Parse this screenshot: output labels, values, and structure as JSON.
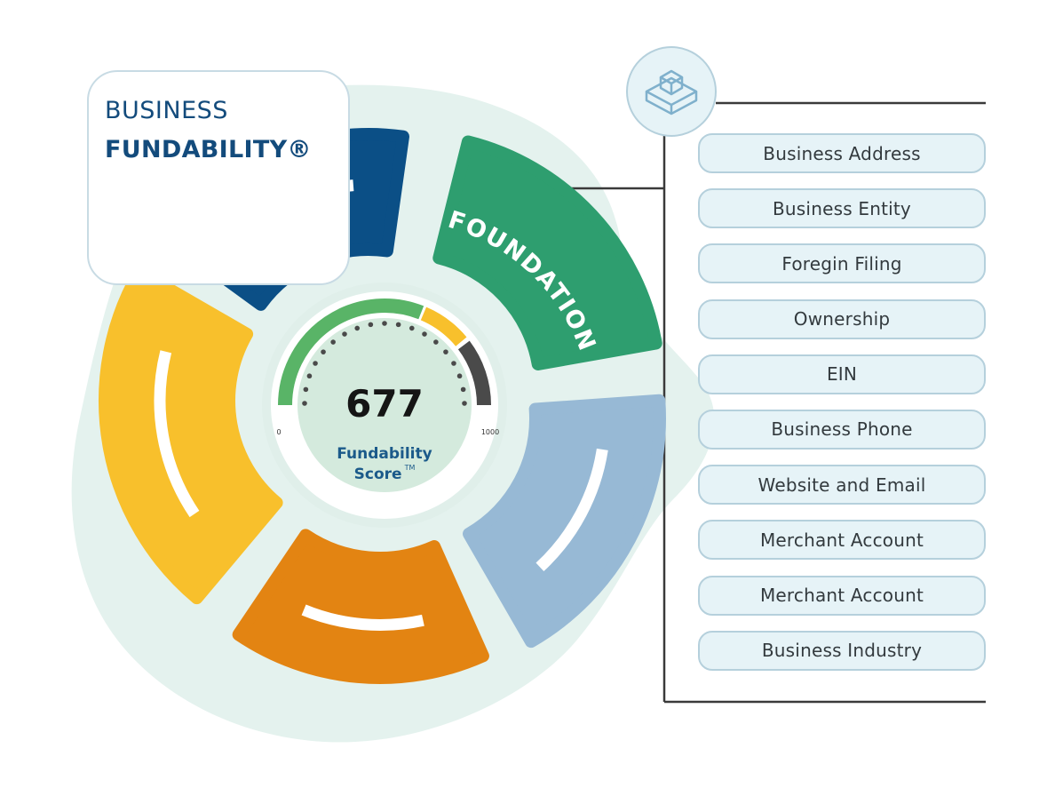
{
  "title": {
    "line1": "BUSINESS",
    "line2": "FUNDABILITY®"
  },
  "score": {
    "value": "677",
    "label_line1": "Fundability",
    "label_line2": "Score",
    "trademark": "TM",
    "gauge_min": "0",
    "gauge_max": "1000",
    "gauge_value": 677
  },
  "wheel": {
    "segments": [
      {
        "name": "navy",
        "color": "#0b4f86"
      },
      {
        "name": "foundation",
        "label": "FOUNDATION",
        "color": "#2e9e6f"
      },
      {
        "name": "light-blue",
        "color": "#97b9d5"
      },
      {
        "name": "orange",
        "color": "#e38412"
      },
      {
        "name": "yellow",
        "color": "#f8c02c"
      }
    ],
    "gauge_colors": {
      "green": "#59b467",
      "yellow": "#f8c02c",
      "dark": "#4a4a4a"
    }
  },
  "foundation_icon": "stacked-cubes-icon",
  "foundation_items": [
    "Business Address",
    "Business Entity",
    "Foregin Filing",
    "Ownership",
    "EIN",
    "Business Phone",
    "Website and Email",
    "Merchant Account",
    "Merchant Account",
    "Business Industry"
  ]
}
